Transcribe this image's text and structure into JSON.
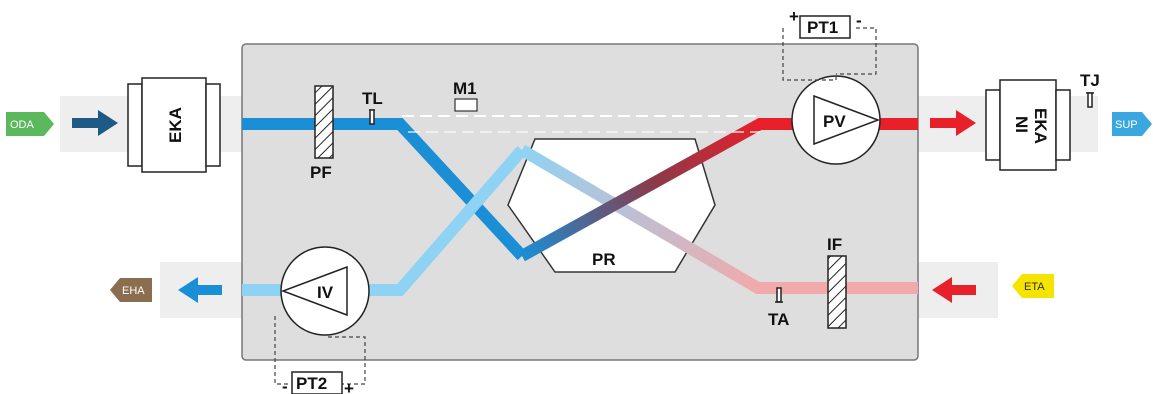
{
  "labels": {
    "oda": "ODA",
    "sup": "SUP",
    "eha": "EHA",
    "eta": "ETA",
    "eka_left": "EKA",
    "eka_right_top": "EKA",
    "eka_right_bottom": "NI",
    "pv": "PV",
    "iv": "IV",
    "pr": "PR",
    "pf": "PF",
    "if": "IF",
    "tl": "TL",
    "ta": "TA",
    "tj": "TJ",
    "m1": "M1",
    "pt1": "PT1",
    "pt2": "PT2",
    "plus": "+",
    "minus": "-"
  },
  "colors": {
    "outdoor_air": "#1a8fd6",
    "supply_air": "#e8202a",
    "extract_air": "#f2a9ab",
    "exhaust_air": "#8fd3f4",
    "housing": "#dedede",
    "duct": "#eeeeee",
    "oda_tag": "#5cb85c",
    "sup_tag": "#3aa7e0",
    "eha_tag": "#8b6e4f",
    "eta_tag": "#f5e400",
    "arrow_in": "#1d5a86",
    "arrow_sup": "#e8202a",
    "arrow_eha": "#1a8fd6",
    "arrow_eta": "#e8202a"
  }
}
